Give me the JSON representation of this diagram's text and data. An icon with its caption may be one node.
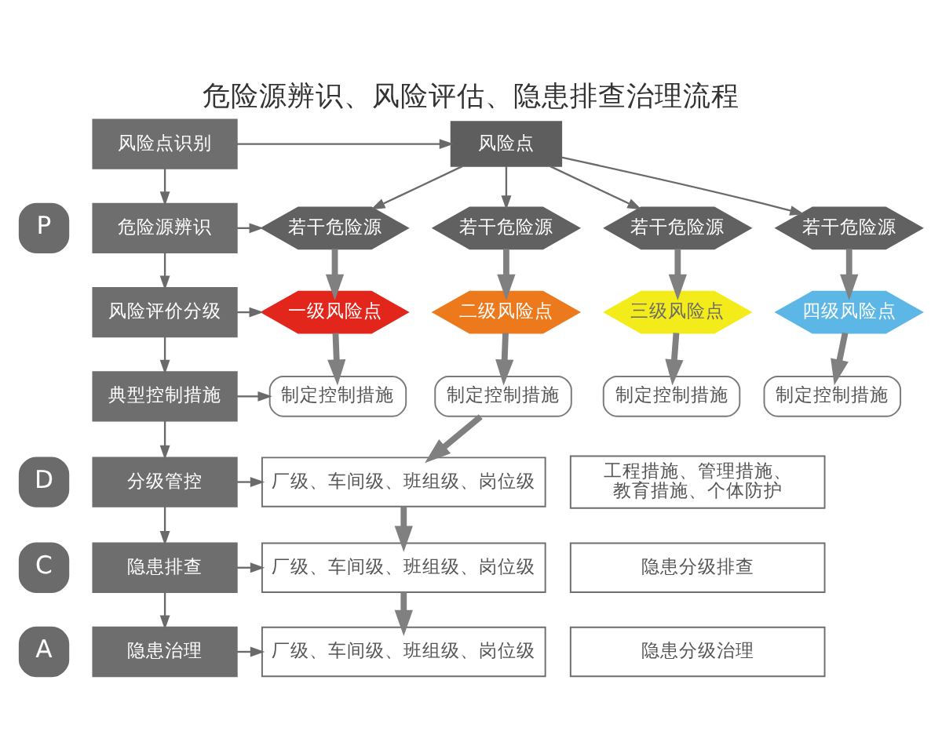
{
  "diagram": {
    "title": "危险源辨识、风险评估、隐患排查治理流程",
    "nodes": [
      {
        "text": [
          "风险点识别"
        ]
      },
      {
        "text": [
          "风险点"
        ]
      },
      {
        "text": [
          "P"
        ]
      },
      {
        "text": [
          "危险源辨识"
        ]
      },
      {
        "text": [
          "若干危险源"
        ]
      },
      {
        "text": [
          "若干危险源"
        ]
      },
      {
        "text": [
          "若干危险源"
        ]
      },
      {
        "text": [
          "若干危险源"
        ]
      },
      {
        "text": [
          "风险评价分级"
        ]
      },
      {
        "text": [
          "一级风险点"
        ]
      },
      {
        "text": [
          "二级风险点"
        ]
      },
      {
        "text": [
          "三级风险点"
        ]
      },
      {
        "text": [
          "四级风险点"
        ]
      },
      {
        "text": [
          "典型控制措施"
        ]
      },
      {
        "text": [
          "制定控制措施"
        ]
      },
      {
        "text": [
          "制定控制措施"
        ]
      },
      {
        "text": [
          "制定控制措施"
        ]
      },
      {
        "text": [
          "制定控制措施"
        ]
      },
      {
        "text": [
          "D"
        ]
      },
      {
        "text": [
          "分级管控"
        ]
      },
      {
        "text": [
          "厂级、车间级、班组级、岗位级"
        ]
      },
      {
        "text": [
          "工程措施、管理措施、教育措施、个体防护"
        ]
      },
      {
        "text": [
          "C"
        ]
      },
      {
        "text": [
          "隐患排查"
        ]
      },
      {
        "text": [
          "厂级、车间级、班组级、岗位级"
        ]
      },
      {
        "text": [
          "隐患分级排查"
        ]
      },
      {
        "text": [
          "A"
        ]
      },
      {
        "text": [
          "隐患治理"
        ]
      },
      {
        "text": [
          "厂级、车间级、班组级、岗位级"
        ]
      },
      {
        "text": [
          "隐患分级治理"
        ]
      }
    ],
    "edges": [
      {
        "from": 0,
        "to": 3,
        "arrow": "to"
      },
      {
        "from": 3,
        "to": 8,
        "arrow": "to"
      },
      {
        "from": 8,
        "to": 13,
        "arrow": "to"
      },
      {
        "from": 13,
        "to": 19,
        "arrow": "to"
      },
      {
        "from": 19,
        "to": 23,
        "arrow": "to"
      },
      {
        "from": 23,
        "to": 27,
        "arrow": "to"
      },
      {
        "from": 0,
        "to": 1,
        "arrow": "to"
      },
      {
        "from": 3,
        "to": 4,
        "arrow": "to"
      },
      {
        "from": 8,
        "to": 9,
        "arrow": "to"
      },
      {
        "from": 13,
        "to": 14,
        "arrow": "to"
      },
      {
        "from": 19,
        "to": 20,
        "arrow": "to"
      },
      {
        "from": 23,
        "to": 24,
        "arrow": "to"
      },
      {
        "from": 27,
        "to": 28,
        "arrow": "to"
      },
      {
        "from": 1,
        "to": 4,
        "arrow": "to"
      },
      {
        "from": 1,
        "to": 5,
        "arrow": "to"
      },
      {
        "from": 1,
        "to": 6,
        "arrow": "to"
      },
      {
        "from": 1,
        "to": 7,
        "arrow": "to"
      },
      {
        "from": 4,
        "to": 9,
        "arrow": "to",
        "style": "thick"
      },
      {
        "from": 5,
        "to": 10,
        "arrow": "to",
        "style": "thick"
      },
      {
        "from": 6,
        "to": 11,
        "arrow": "to",
        "style": "thick"
      },
      {
        "from": 7,
        "to": 12,
        "arrow": "to",
        "style": "thick"
      },
      {
        "from": 9,
        "to": 14,
        "arrow": "to",
        "style": "thick"
      },
      {
        "from": 10,
        "to": 15,
        "arrow": "to",
        "style": "thick"
      },
      {
        "from": 11,
        "to": 16,
        "arrow": "to",
        "style": "thick"
      },
      {
        "from": 12,
        "to": 17,
        "arrow": "to",
        "style": "thick"
      },
      {
        "from": 15,
        "to": 20,
        "arrow": "to",
        "style": "thick"
      },
      {
        "from": 20,
        "to": 24,
        "arrow": "to",
        "style": "thick"
      },
      {
        "from": 24,
        "to": 28,
        "arrow": "to",
        "style": "thick"
      }
    ]
  }
}
